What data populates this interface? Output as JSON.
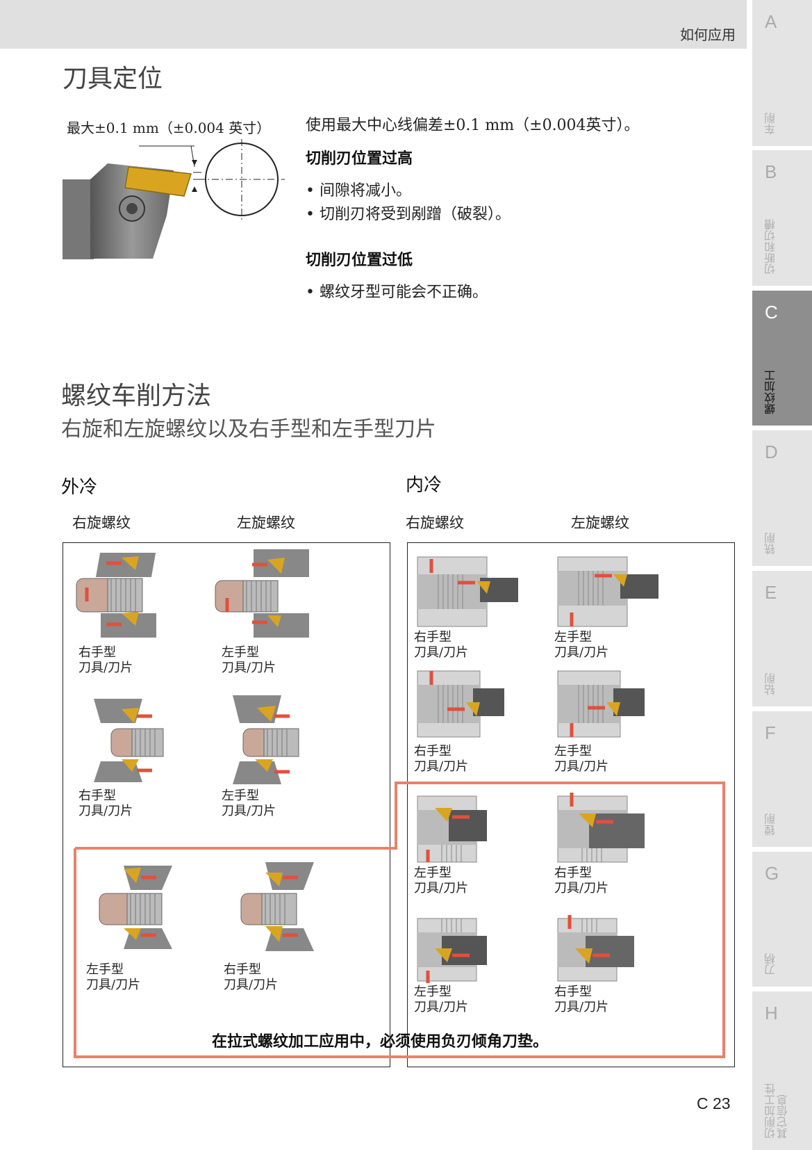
{
  "header": {
    "title": "如何应用"
  },
  "side_tabs": [
    {
      "letter": "A",
      "label": "车削"
    },
    {
      "letter": "B",
      "label": "切断和切槽"
    },
    {
      "letter": "C",
      "label": "螺纹加工"
    },
    {
      "letter": "D",
      "label": "铣削"
    },
    {
      "letter": "E",
      "label": "钻削"
    },
    {
      "letter": "F",
      "label": "镗削"
    },
    {
      "letter": "G",
      "label": "刀柄"
    },
    {
      "letter": "H",
      "label": "切削加工性\n其它信息"
    }
  ],
  "active_tab": "C",
  "section1": {
    "title": "刀具定位",
    "figure_label": "最大±0.1 mm（±0.004 英寸）",
    "intro": "使用最大中心线偏差±0.1 mm（±0.004英寸）。",
    "too_high": {
      "heading": "切削刃位置过高",
      "bullets": [
        "间隙将减小。",
        "切削刃将受到剐蹭（破裂）。"
      ]
    },
    "too_low": {
      "heading": "切削刃位置过低",
      "bullets": [
        "螺纹牙型可能会不正确。"
      ]
    }
  },
  "section2": {
    "title": "螺纹车削方法",
    "subtitle": "右旋和左旋螺纹以及右手型和左手型刀片",
    "external": {
      "heading": "外冷",
      "col_right": "右旋螺纹",
      "col_left": "左旋螺纹",
      "cells": [
        "右手型\n刀具/刀片",
        "左手型\n刀具/刀片",
        "右手型\n刀具/刀片",
        "左手型\n刀具/刀片",
        "左手型\n刀具/刀片",
        "右手型\n刀具/刀片"
      ]
    },
    "internal": {
      "heading": "内冷",
      "col_right": "右旋螺纹",
      "col_left": "左旋螺纹",
      "cells": [
        "右手型\n刀具/刀片",
        "左手型\n刀具/刀片",
        "右手型\n刀具/刀片",
        "左手型\n刀具/刀片",
        "左手型\n刀具/刀片",
        "右手型\n刀具/刀片",
        "左手型\n刀具/刀片",
        "右手型\n刀具/刀片"
      ]
    },
    "note": "在拉式螺纹加工应用中，必须使用负刃倾角刀垫。"
  },
  "page_number": "C 23",
  "colors": {
    "highlight": "#e8826a",
    "insert": "#d9a520",
    "arrow": "#e0503c"
  }
}
